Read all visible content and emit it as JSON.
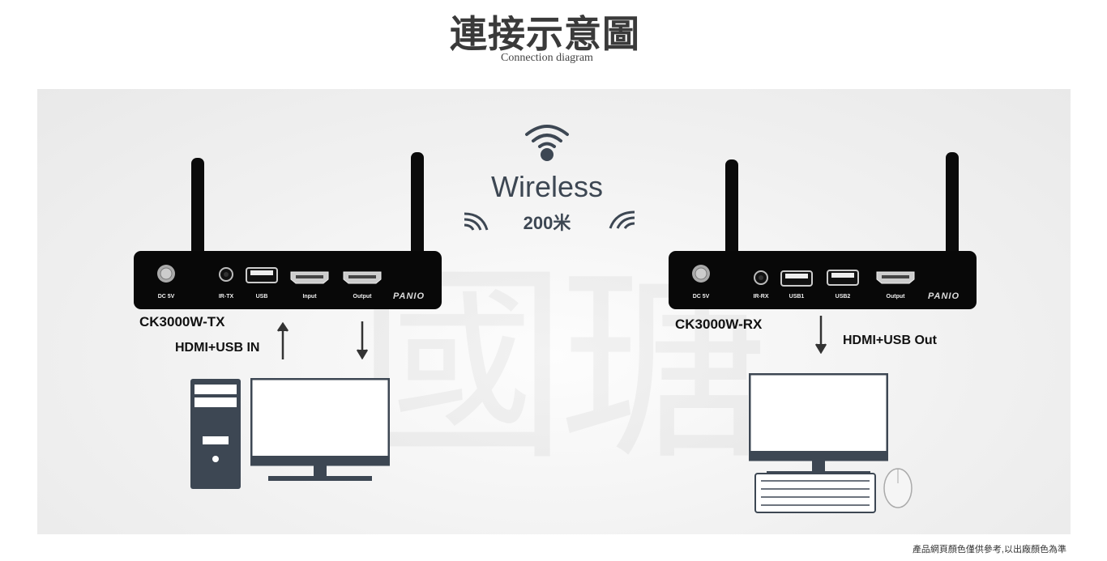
{
  "header": {
    "title": "連接示意圖",
    "subtitle": "Connection diagram"
  },
  "watermark": "國瑭",
  "wireless": {
    "label": "Wireless",
    "distance": "200米"
  },
  "tx": {
    "model": "CK3000W-TX",
    "signal": "HDMI+USB IN",
    "brand": "PANIO",
    "ports": [
      "DC 5V",
      "IR-TX",
      "USB",
      "Input",
      "Output"
    ]
  },
  "rx": {
    "model": "CK3000W-RX",
    "signal": "HDMI+USB Out",
    "brand": "PANIO",
    "ports": [
      "DC 5V",
      "IR-RX",
      "USB1",
      "USB2",
      "Output"
    ]
  },
  "footer": {
    "note": "產品網頁顏色僅供參考,以出廠顏色為準"
  },
  "colors": {
    "icon": "#3d4753",
    "device": "#080808"
  }
}
